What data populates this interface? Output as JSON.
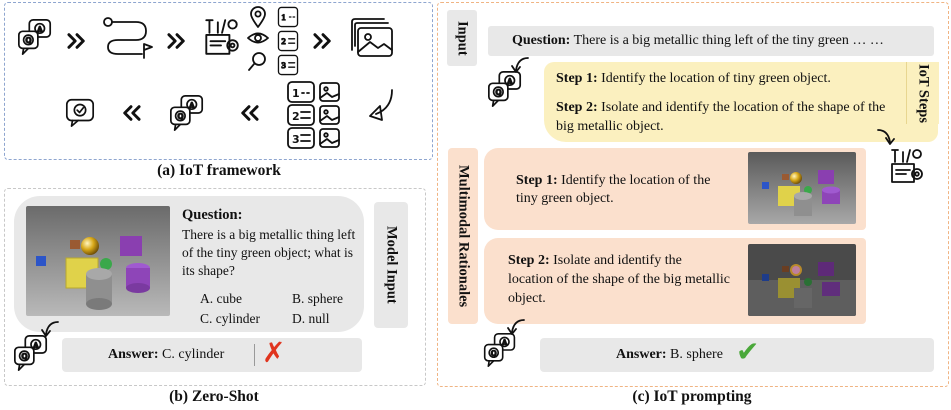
{
  "panel_a": {
    "caption": "(a) IoT framework"
  },
  "panel_b": {
    "caption": "(b) Zero-Shot",
    "model_input_label": "Model Input",
    "question_title": "Question:",
    "question_text": "There is a big metallic thing left of the tiny green object; what is its shape?",
    "options": [
      "A. cube",
      "B. sphere",
      "C. cylinder",
      "D. null"
    ],
    "answer_label": "Answer:",
    "answer_value": "C. cylinder",
    "answer_mark": "✗"
  },
  "panel_c": {
    "caption": "(c) IoT prompting",
    "input_label": "Input",
    "question_label": "Question:",
    "question_text": "There is a big metallic thing left of the tiny green … …",
    "iot_steps_label": "IoT Steps",
    "steps": [
      {
        "label": "Step 1:",
        "text": "Identify the location of tiny green object."
      },
      {
        "label": "Step 2:",
        "text": "Isolate and identify the location of the shape of the big metallic object."
      }
    ],
    "rationales_label": "Multimodal Rationales",
    "rationales": [
      {
        "label": "Step 1:",
        "text": "Identify the location of the tiny green object."
      },
      {
        "label": "Step 2:",
        "text": "Isolate and identify the location of the shape of the big metallic object."
      }
    ],
    "answer_label": "Answer:",
    "answer_value": "B. sphere",
    "answer_mark": "✔"
  },
  "icons": [
    "chat-a-icon",
    "double-chevron-icon",
    "route-icon",
    "toolbox-icon",
    "location-pin-icon",
    "eye-icon",
    "magnifier-icon",
    "numbered-list-icon",
    "images-icon",
    "curved-arrow-icon",
    "check-chat-icon",
    "list-with-images-icon",
    "sketch-arrow-icon",
    "cross-mark-icon",
    "check-mark-icon"
  ],
  "colors": {
    "frame_a": "#8ea5cf",
    "frame_c": "#f0b483",
    "step_box": "#fbf0bf",
    "rationale_box": "#fbe0cd",
    "gray_box": "#e8e8e8",
    "cross": "#e0341e",
    "check": "#4aa83a"
  }
}
